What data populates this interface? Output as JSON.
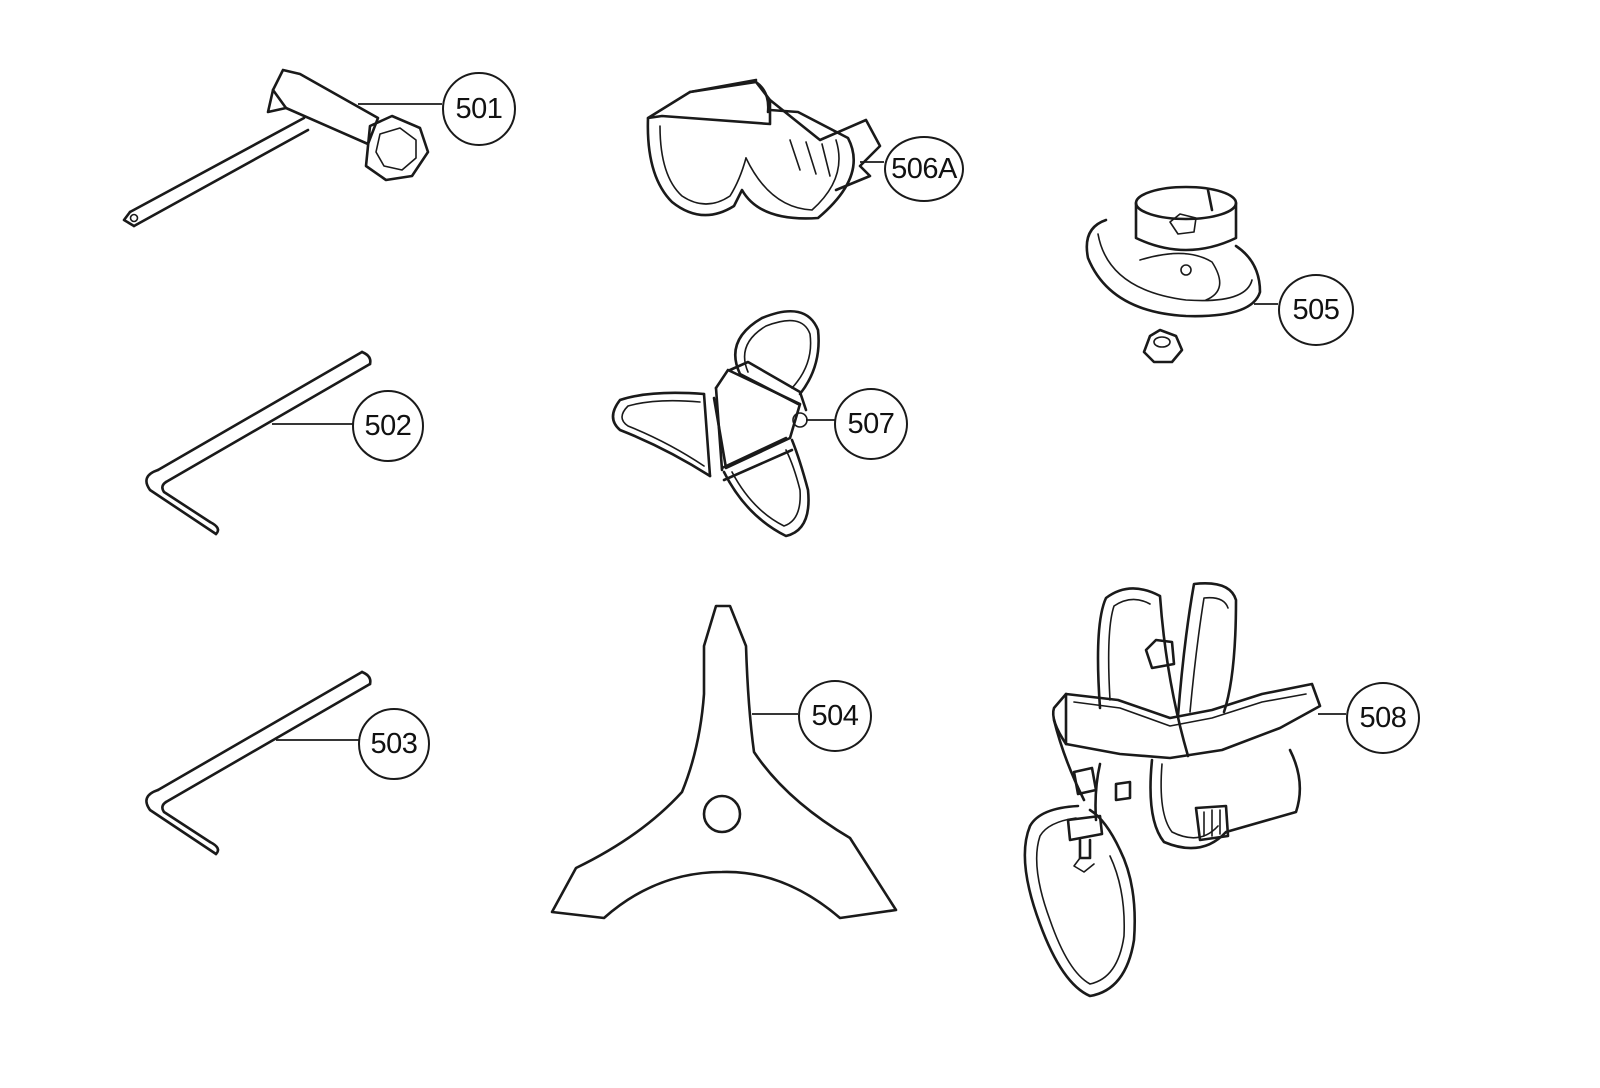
{
  "colors": {
    "line": "#1a1a1a",
    "background": "#ffffff"
  },
  "parts": [
    {
      "id": "501",
      "label": "501",
      "icon": "spark-plug-wrench-icon"
    },
    {
      "id": "506A",
      "label": "506A",
      "icon": "safety-glasses-icon"
    },
    {
      "id": "505",
      "label": "505",
      "icon": "cutting-head-icon"
    },
    {
      "id": "502",
      "label": "502",
      "icon": "hex-key-icon"
    },
    {
      "id": "507",
      "label": "507",
      "icon": "blade-guard-icon"
    },
    {
      "id": "503",
      "label": "503",
      "icon": "hex-key-icon"
    },
    {
      "id": "504",
      "label": "504",
      "icon": "three-tooth-blade-icon"
    },
    {
      "id": "508",
      "label": "508",
      "icon": "shoulder-harness-icon"
    }
  ]
}
